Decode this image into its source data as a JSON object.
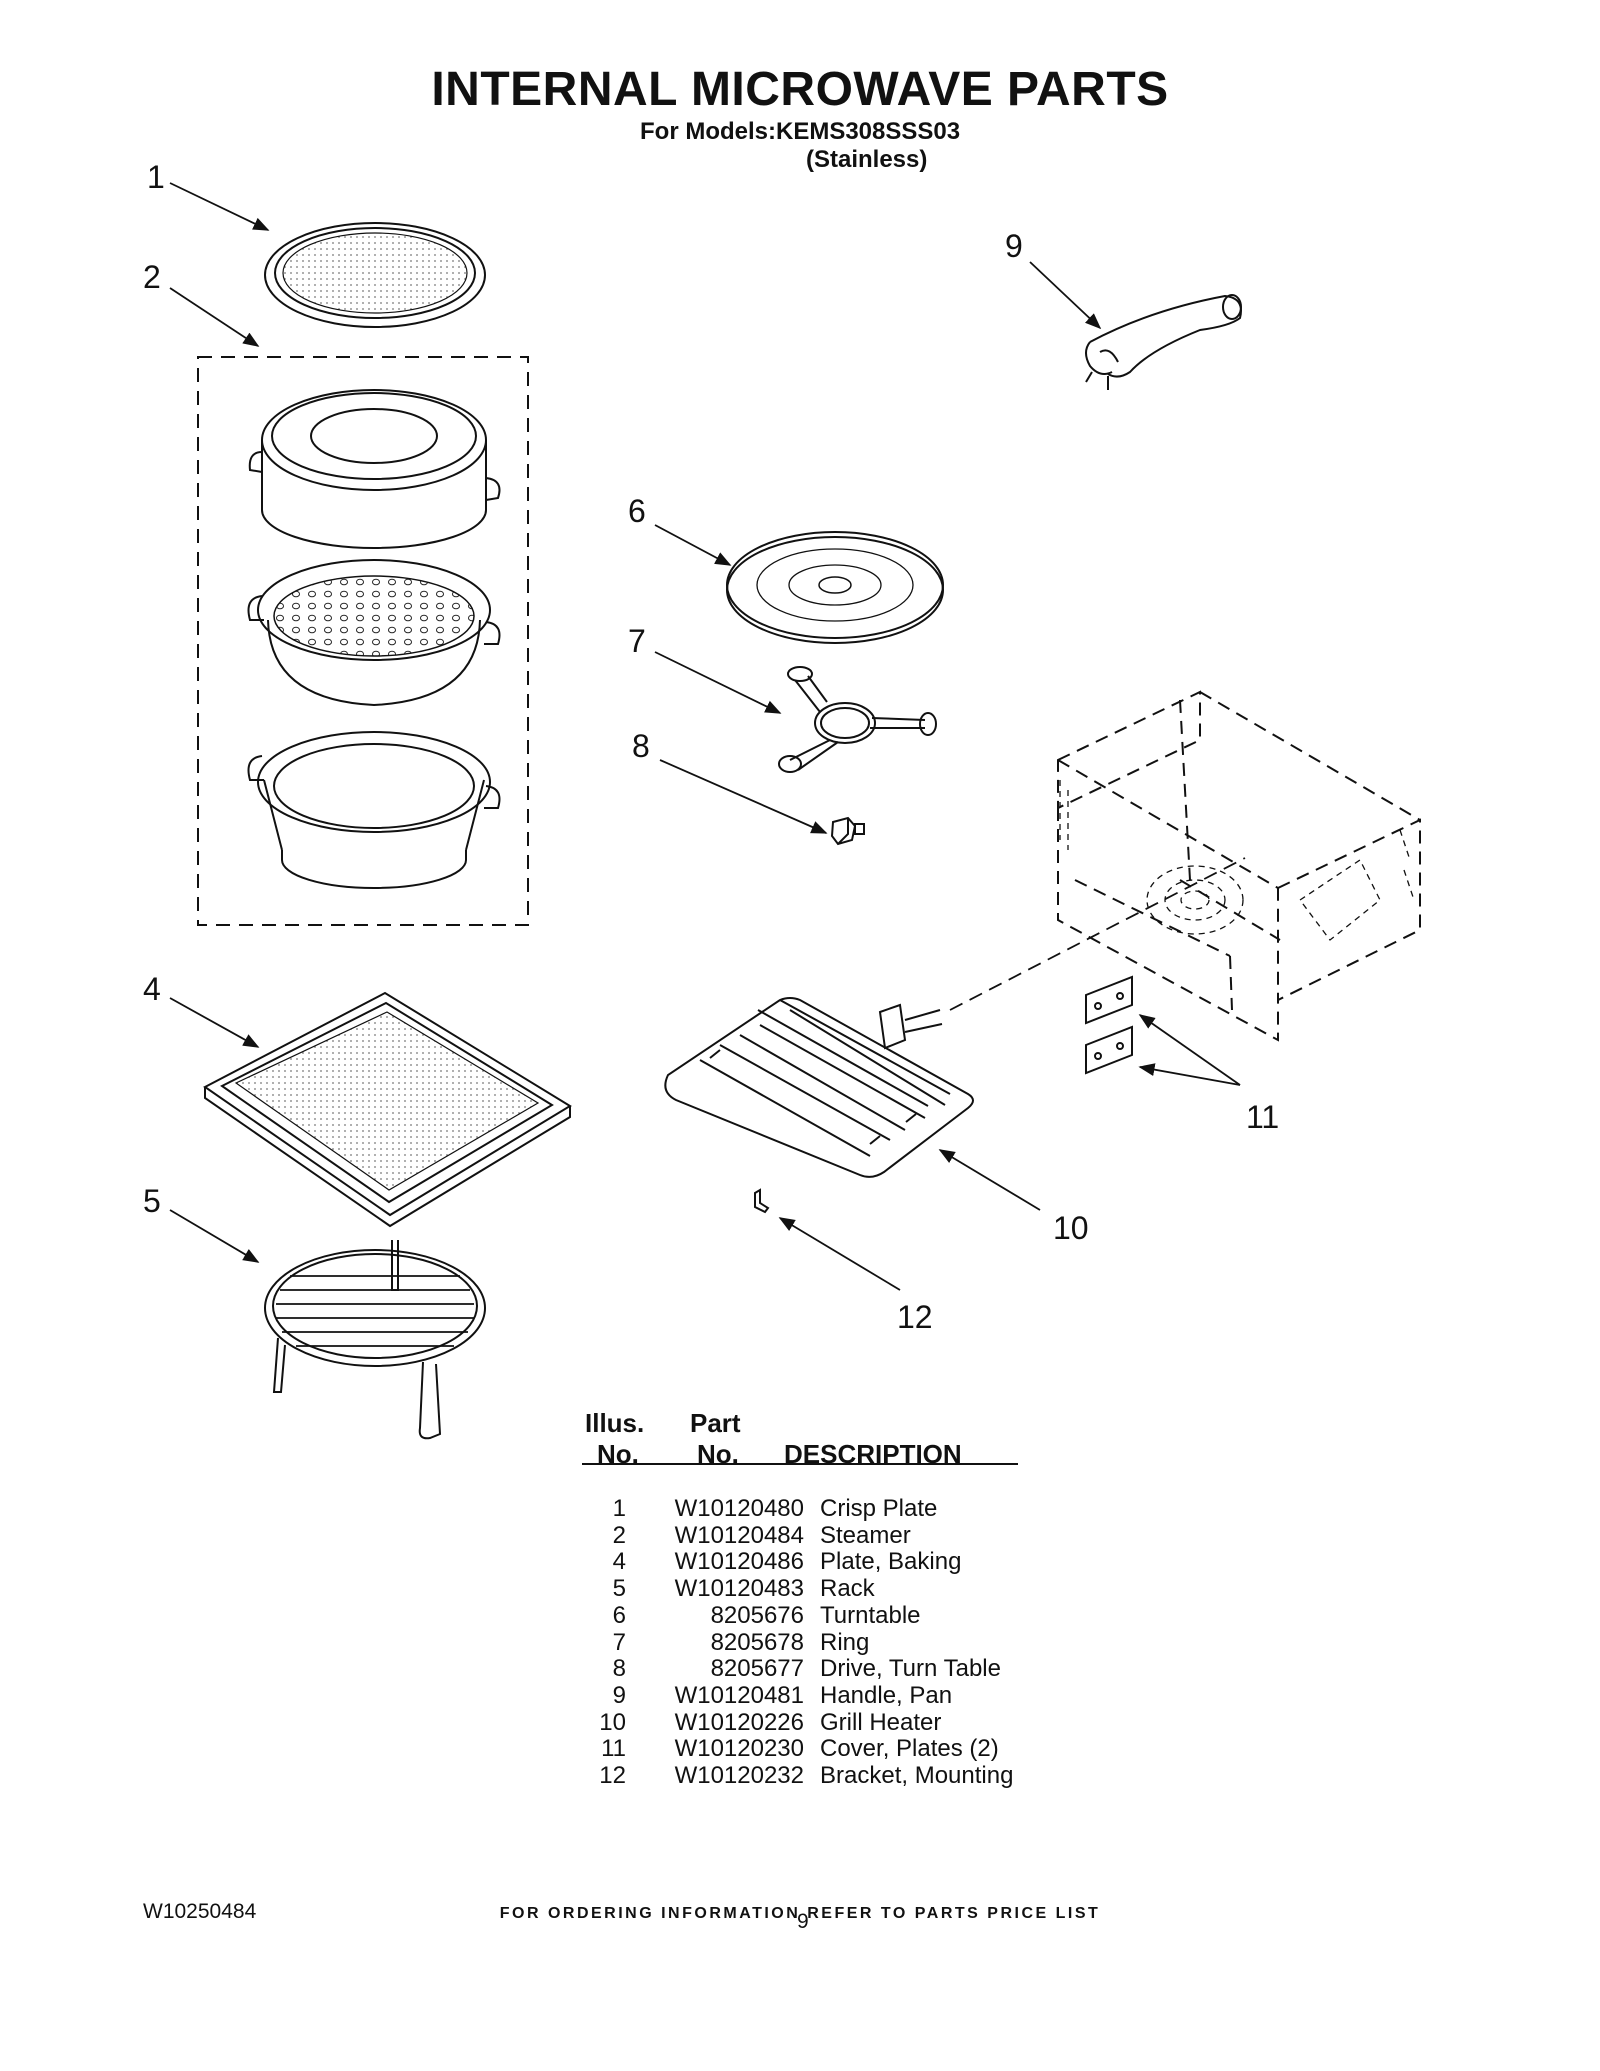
{
  "header": {
    "title": "INTERNAL MICROWAVE  PARTS",
    "subtitle": "For Models:KEMS308SSS03",
    "variant": "(Stainless)"
  },
  "callouts": {
    "c1": "1",
    "c2": "2",
    "c4": "4",
    "c5": "5",
    "c6": "6",
    "c7": "7",
    "c8": "8",
    "c9": "9",
    "c10": "10",
    "c11": "11",
    "c12": "12"
  },
  "parts_table": {
    "headers": {
      "illus_line1": "Illus.",
      "illus_line2": "No.",
      "part_line1": "Part",
      "part_line2": "No.",
      "description": "DESCRIPTION"
    },
    "rows": [
      {
        "illus": "1",
        "part": "W10120480",
        "description": "Crisp Plate"
      },
      {
        "illus": "2",
        "part": "W10120484",
        "description": "Steamer"
      },
      {
        "illus": "4",
        "part": "W10120486",
        "description": "Plate, Baking"
      },
      {
        "illus": "5",
        "part": "W10120483",
        "description": "Rack"
      },
      {
        "illus": "6",
        "part": "8205676",
        "description": "Turntable"
      },
      {
        "illus": "7",
        "part": "8205678",
        "description": "Ring"
      },
      {
        "illus": "8",
        "part": "8205677",
        "description": "Drive, Turn Table"
      },
      {
        "illus": "9",
        "part": "W10120481",
        "description": "Handle, Pan"
      },
      {
        "illus": "10",
        "part": "W10120226",
        "description": "Grill Heater"
      },
      {
        "illus": "11",
        "part": "W10120230",
        "description": "Cover, Plates (2)"
      },
      {
        "illus": "12",
        "part": "W10120232",
        "description": "Bracket, Mounting"
      }
    ]
  },
  "footer": {
    "ordering_note": "FOR ORDERING INFORMATION REFER TO PARTS PRICE LIST",
    "doc_number": "W10250484",
    "page_number": "9"
  }
}
